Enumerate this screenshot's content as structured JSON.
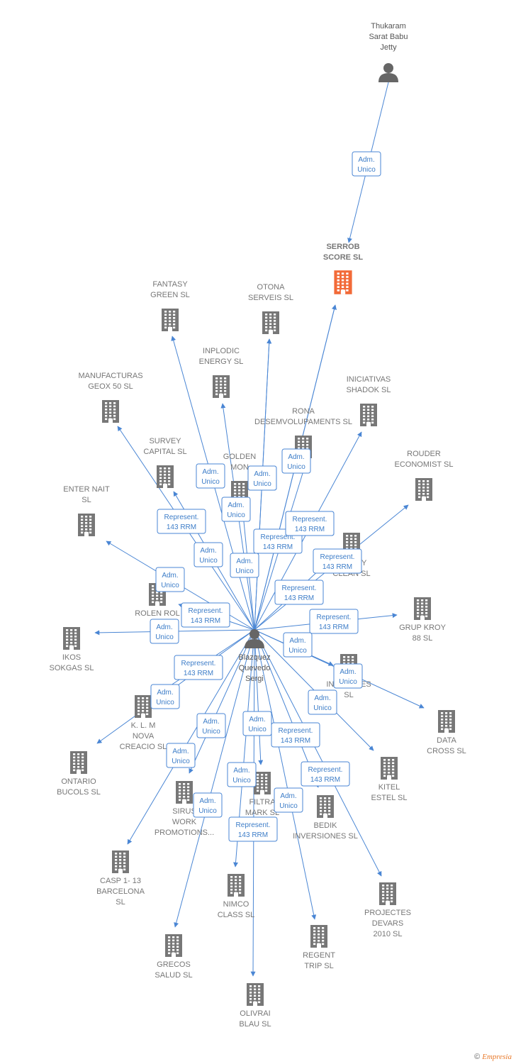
{
  "colors": {
    "edge": "#4a86d4",
    "building": "#777777",
    "highlight": "#f26a38",
    "person": "#666666"
  },
  "nodes": [
    {
      "id": "thukaram",
      "type": "person",
      "lines": [
        "Thukaram",
        "Sarat Babu",
        "Jetty"
      ]
    },
    {
      "id": "blazquez",
      "type": "person",
      "lines": [
        "Blazquez",
        "Quevedo",
        "Sergi"
      ]
    },
    {
      "id": "serrob",
      "type": "company",
      "highlight": true,
      "lines": [
        "SERROB",
        "SCORE  SL"
      ]
    },
    {
      "id": "fantasy",
      "type": "company",
      "lines": [
        "FANTASY",
        "GREEN  SL"
      ]
    },
    {
      "id": "otona",
      "type": "company",
      "lines": [
        "OTONA",
        "SERVEIS  SL"
      ]
    },
    {
      "id": "inplodic",
      "type": "company",
      "lines": [
        "INPLODIC",
        "ENERGY  SL"
      ]
    },
    {
      "id": "manufacturas",
      "type": "company",
      "lines": [
        "MANUFACTURAS",
        "GEOX 50 SL"
      ]
    },
    {
      "id": "iniciativas_shadok",
      "type": "company",
      "lines": [
        "INICIATIVAS",
        "SHADOK SL"
      ]
    },
    {
      "id": "rona",
      "type": "company",
      "lines": [
        "RONA",
        "DESEMVOLUPAMENTS SL"
      ]
    },
    {
      "id": "survey",
      "type": "company",
      "lines": [
        "SURVEY",
        "CAPITAL  SL"
      ]
    },
    {
      "id": "golden",
      "type": "company",
      "lines": [
        "GOLDEN",
        "MON"
      ]
    },
    {
      "id": "rouder",
      "type": "company",
      "lines": [
        "ROUDER",
        "ECONOMIST SL"
      ]
    },
    {
      "id": "enter_nait",
      "type": "company",
      "lines": [
        "ENTER NAIT",
        "SL"
      ]
    },
    {
      "id": "safety",
      "type": "company",
      "lines": [
        "SAFETY",
        "CLEAN  SL"
      ]
    },
    {
      "id": "rolen",
      "type": "company",
      "lines": [
        "ROLEN ROL",
        "B C"
      ]
    },
    {
      "id": "grup_kroy",
      "type": "company",
      "lines": [
        "GRUP KROY",
        "88 SL"
      ]
    },
    {
      "id": "ikos",
      "type": "company",
      "lines": [
        "IKOS",
        "SOKGAS  SL"
      ]
    },
    {
      "id": "iniciatives",
      "type": "company",
      "lines": [
        "INICIATIVES",
        "SL"
      ]
    },
    {
      "id": "data_cross",
      "type": "company",
      "lines": [
        "DATA",
        "CROSS  SL"
      ]
    },
    {
      "id": "klm",
      "type": "company",
      "lines": [
        "K.  L.  M",
        "NOVA",
        "CREACIO SL"
      ]
    },
    {
      "id": "ontario",
      "type": "company",
      "lines": [
        "ONTARIO",
        "BUCOLS  SL"
      ]
    },
    {
      "id": "kitel",
      "type": "company",
      "lines": [
        "KITEL",
        "ESTEL  SL"
      ]
    },
    {
      "id": "sirus",
      "type": "company",
      "lines": [
        "SIRUS",
        "WORK",
        "PROMOTIONS..."
      ]
    },
    {
      "id": "filtra",
      "type": "company",
      "lines": [
        "FILTRA",
        "MARK  SL"
      ]
    },
    {
      "id": "bedik",
      "type": "company",
      "lines": [
        "BEDIK",
        "INVERSIONES SL"
      ]
    },
    {
      "id": "casp",
      "type": "company",
      "lines": [
        "CASP 1- 13",
        "BARCELONA",
        "SL"
      ]
    },
    {
      "id": "nimco",
      "type": "company",
      "lines": [
        "NIMCO",
        "CLASS  SL"
      ]
    },
    {
      "id": "projectes",
      "type": "company",
      "lines": [
        "PROJECTES",
        "DEVARS",
        "2010 SL"
      ]
    },
    {
      "id": "grecos",
      "type": "company",
      "lines": [
        "GRECOS",
        "SALUD  SL"
      ]
    },
    {
      "id": "regent",
      "type": "company",
      "lines": [
        "REGENT",
        "TRIP  SL"
      ]
    },
    {
      "id": "olivrai",
      "type": "company",
      "lines": [
        "OLIVRAI",
        "BLAU SL"
      ]
    }
  ],
  "edges": [
    {
      "from": "thukaram",
      "to": "serrob",
      "label": [
        "Adm.",
        "Unico"
      ]
    },
    {
      "from": "blazquez",
      "to": "serrob",
      "label": [
        "Represent.",
        "143 RRM"
      ]
    },
    {
      "from": "blazquez",
      "to": "fantasy",
      "label": [
        "Adm.",
        "Unico"
      ]
    },
    {
      "from": "blazquez",
      "to": "otona",
      "label": [
        "Adm.",
        "Unico"
      ]
    },
    {
      "from": "blazquez",
      "to": "inplodic",
      "label": [
        "Adm.",
        "Unico"
      ]
    },
    {
      "from": "blazquez",
      "to": "manufacturas",
      "label": [
        "Represent.",
        "143 RRM"
      ]
    },
    {
      "from": "blazquez",
      "to": "iniciativas_shadok",
      "label": [
        "Represent.",
        "143 RRM"
      ]
    },
    {
      "from": "blazquez",
      "to": "rona",
      "label": [
        "Adm.",
        "Unico"
      ]
    },
    {
      "from": "blazquez",
      "to": "survey",
      "label": [
        "Adm.",
        "Unico"
      ]
    },
    {
      "from": "blazquez",
      "to": "golden",
      "label": [
        "Adm.",
        "Unico"
      ]
    },
    {
      "from": "blazquez",
      "to": "rouder",
      "label": [
        "Represent.",
        "143 RRM"
      ]
    },
    {
      "from": "blazquez",
      "to": "enter_nait",
      "label": [
        "Adm.",
        "Unico"
      ]
    },
    {
      "from": "blazquez",
      "to": "safety",
      "label": [
        "Represent.",
        "143 RRM"
      ]
    },
    {
      "from": "blazquez",
      "to": "rolen",
      "label": [
        "Represent.",
        "143 RRM"
      ]
    },
    {
      "from": "blazquez",
      "to": "grup_kroy",
      "label": [
        "Represent.",
        "143 RRM"
      ]
    },
    {
      "from": "blazquez",
      "to": "ikos",
      "label": [
        "Adm.",
        "Unico"
      ]
    },
    {
      "from": "blazquez",
      "to": "iniciatives",
      "label": [
        "Adm.",
        "Unico"
      ]
    },
    {
      "from": "blazquez",
      "to": "data_cross",
      "label": [
        "Adm.",
        "Unico"
      ]
    },
    {
      "from": "blazquez",
      "to": "klm",
      "label": [
        "Represent.",
        "143 RRM"
      ]
    },
    {
      "from": "blazquez",
      "to": "ontario",
      "label": [
        "Adm.",
        "Unico"
      ]
    },
    {
      "from": "blazquez",
      "to": "kitel",
      "label": [
        "Adm.",
        "Unico"
      ]
    },
    {
      "from": "blazquez",
      "to": "sirus",
      "label": [
        "Adm.",
        "Unico"
      ]
    },
    {
      "from": "blazquez",
      "to": "filtra",
      "label": [
        "Adm.",
        "Unico"
      ]
    },
    {
      "from": "blazquez",
      "to": "bedik",
      "label": [
        "Represent.",
        "143 RRM"
      ]
    },
    {
      "from": "blazquez",
      "to": "casp",
      "label": [
        "Adm.",
        "Unico"
      ]
    },
    {
      "from": "blazquez",
      "to": "nimco",
      "label": [
        "Adm.",
        "Unico"
      ]
    },
    {
      "from": "blazquez",
      "to": "projectes",
      "label": [
        "Represent.",
        "143 RRM"
      ]
    },
    {
      "from": "blazquez",
      "to": "grecos",
      "label": [
        "Adm.",
        "Unico"
      ]
    },
    {
      "from": "blazquez",
      "to": "regent",
      "label": [
        "Adm.",
        "Unico"
      ]
    },
    {
      "from": "blazquez",
      "to": "olivrai",
      "label": [
        "Represent.",
        "143 RRM"
      ]
    },
    {
      "from": "blazquez",
      "to": "serrob",
      "label": [
        "Represent.",
        "143 RRM"
      ]
    },
    {
      "from": "blazquez",
      "to": "otona",
      "label": [
        "Adm.",
        "Unico"
      ]
    }
  ],
  "footer": {
    "copyright": "©",
    "brand": "Empresia"
  }
}
